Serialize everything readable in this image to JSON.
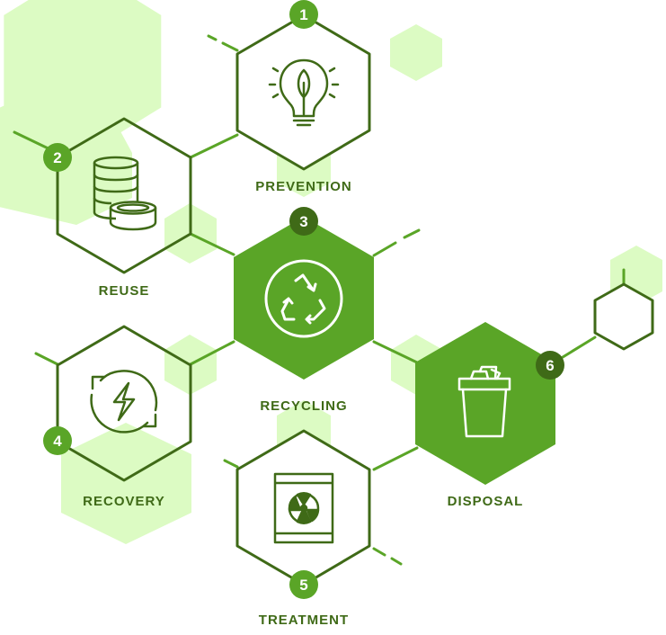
{
  "colors": {
    "dark_green": "#3f6a17",
    "mid_green": "#5aa527",
    "light_green": "#dcfbc3",
    "white": "#ffffff"
  },
  "steps": [
    {
      "number": "1",
      "label": "PREVENTION",
      "icon": "lightbulb-leaf-icon"
    },
    {
      "number": "2",
      "label": "REUSE",
      "icon": "coin-stack-icon"
    },
    {
      "number": "3",
      "label": "RECYCLING",
      "icon": "recycle-arrows-icon"
    },
    {
      "number": "4",
      "label": "RECOVERY",
      "icon": "energy-recovery-icon"
    },
    {
      "number": "5",
      "label": "TREATMENT",
      "icon": "radioactive-barrel-icon"
    },
    {
      "number": "6",
      "label": "DISPOSAL",
      "icon": "trash-bin-icon"
    }
  ]
}
